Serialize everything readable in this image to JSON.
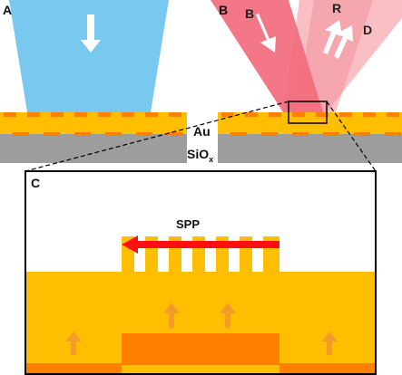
{
  "panels": {
    "a": {
      "label": "A"
    },
    "b": {
      "label": "B"
    },
    "c": {
      "label": "C"
    }
  },
  "beams": {
    "b": {
      "label": "B"
    },
    "r": {
      "label": "R"
    },
    "d": {
      "label": "D"
    }
  },
  "materials": {
    "au": "Au",
    "sio_base": "SiO",
    "sio_sub": "x"
  },
  "spp": {
    "label": "SPP"
  },
  "colors": {
    "incident_beam": "#78c8ef",
    "red_beam": "#f26b7c",
    "reflected_beam": "#f8b6bc",
    "gold": "#ffbf00",
    "gold_light": "#ffd24a",
    "dark_orange": "#ff8000",
    "substrate": "#9d9d9d",
    "spp_arrow": "#ff1010",
    "outline": "#000000"
  }
}
